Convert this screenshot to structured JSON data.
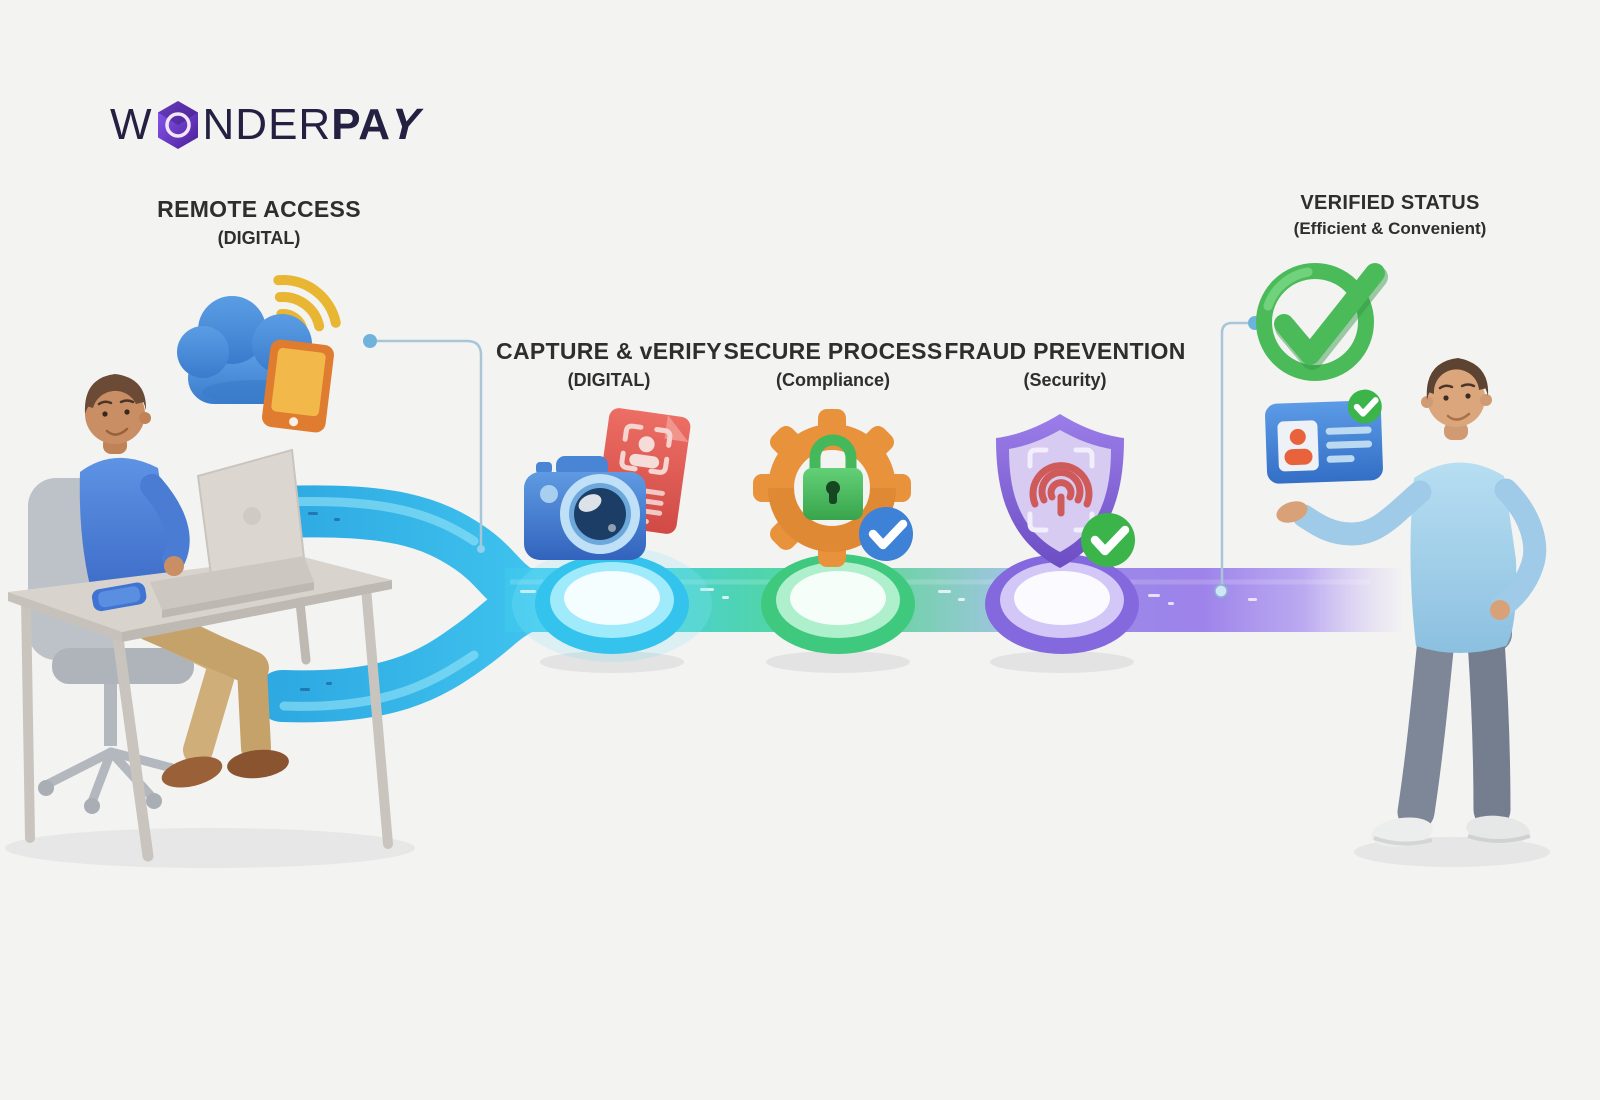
{
  "page": {
    "background": "#f3f3f2"
  },
  "logo": {
    "part1": "W",
    "part2": "NDER",
    "part3": "PA",
    "part4": "Y",
    "text_color": "#242041",
    "hexagon_color": "#6d28d9",
    "hexagon_icon": "hexagon-o-logo-icon"
  },
  "steps": [
    {
      "id": "remote-access",
      "title": "REMOTE ACCESS",
      "subtitle": "(DIGITAL)",
      "icon": "cloud-tablet-wifi-icon"
    },
    {
      "id": "capture-verify",
      "title": "CAPTURE & vERIFY",
      "subtitle": "(DIGITAL)",
      "icon": "camera-document-icon"
    },
    {
      "id": "secure-process",
      "title": "SECURE PROCESS",
      "subtitle": "(Compliance)",
      "icon": "gear-lock-check-icon"
    },
    {
      "id": "fraud-prevention",
      "title": "FRAUD PREVENTION",
      "subtitle": "(Security)",
      "icon": "shield-fingerprint-check-icon"
    },
    {
      "id": "verified-status",
      "title": "VERIFIED STATUS",
      "subtitle": "(Efficient & Convenient)",
      "icon": "verified-check-icon"
    }
  ],
  "flow": {
    "band_colors": [
      "#2ba6e0",
      "#45d0f0",
      "#57d892",
      "#9a8ae8",
      "#c7b6f7"
    ],
    "ring_colors": {
      "capture": "#33c3ec",
      "secure": "#3fc97e",
      "fraud": "#8468de"
    },
    "connector_color": "#a9c6d9",
    "connector_dot_color": "#6fb3dc"
  },
  "illustrations": {
    "left_person": "man-working-on-laptop-at-desk",
    "right_person": "man-presenting-verified-id",
    "extra_icons": [
      "id-card-icon",
      "laptop-icon",
      "smartphone-icon"
    ]
  }
}
